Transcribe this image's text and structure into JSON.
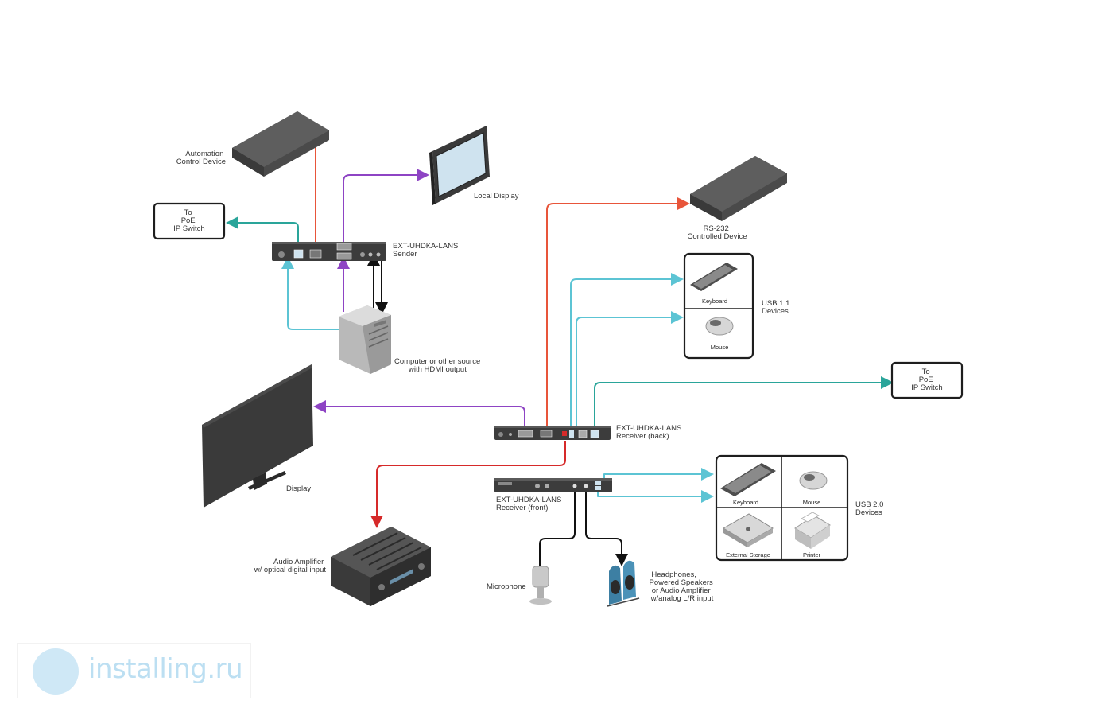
{
  "labels": {
    "automation": [
      "Automation",
      "Control Device"
    ],
    "local_display": "Local Display",
    "poe_left": [
      "To",
      "PoE",
      "IP Switch"
    ],
    "sender": [
      "EXT-UHDKA-LANS",
      "Sender"
    ],
    "computer": [
      "Computer or other source",
      "with HDMI output"
    ],
    "rs232": [
      "RS-232",
      "Controlled Device"
    ],
    "usb11": [
      "USB 1.1",
      "Devices"
    ],
    "keyboard": "Keyboard",
    "mouse": "Mouse",
    "poe_right": [
      "To",
      "PoE",
      "IP Switch"
    ],
    "receiver_back": [
      "EXT-UHDKA-LANS",
      "Receiver (back)"
    ],
    "display": "Display",
    "receiver_front": [
      "EXT-UHDKA-LANS",
      "Receiver (front)"
    ],
    "usb20": [
      "USB 2.0",
      "Devices"
    ],
    "external_storage": "External Storage",
    "printer": "Printer",
    "amplifier": [
      "Audio Amplifier",
      "w/ optical digital input"
    ],
    "microphone": "Microphone",
    "headphones": [
      "Headphones,",
      "Powered Speakers",
      "or Audio Amplifier",
      "w/analog L/R input"
    ]
  },
  "watermark": {
    "text": "installing.ru"
  },
  "colors": {
    "hdmi": "#8e44c4",
    "rs232": "#e8553a",
    "usb": "#5cc4d4",
    "ethernet": "#2aa59a",
    "optical": "#d62a2a",
    "audio": "#111111"
  }
}
